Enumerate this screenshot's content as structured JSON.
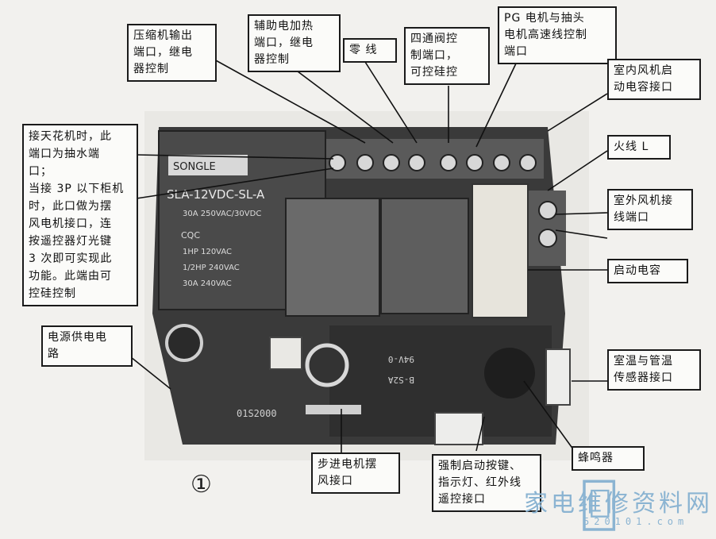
{
  "labels": {
    "compressor": [
      "压缩机输出",
      "端口，继电",
      "器控制"
    ],
    "aux_heat": [
      "辅助电加热",
      "端口，继电",
      "器控制"
    ],
    "neutral": [
      "零 线"
    ],
    "four_way": [
      "四通阀控",
      "制端口，",
      "可控硅控"
    ],
    "pg_motor": [
      "PG 电机与抽头",
      "电机高速线控制",
      "端口"
    ],
    "indoor_fan_cap": [
      "室内风机启",
      "动电容接口"
    ],
    "live": [
      "火线 L"
    ],
    "outdoor_fan": [
      "室外风机接",
      "线端口"
    ],
    "start_cap": [
      "启动电容"
    ],
    "sensor": [
      "室温与管温",
      "传感器接口"
    ],
    "buzzer": [
      "蜂鸣器"
    ],
    "force_start": [
      "强制启动按键、",
      "指示灯、红外线",
      "遥控接口"
    ],
    "stepper": [
      "步进电机摆",
      "风接口"
    ],
    "power": [
      "电源供电电",
      "路"
    ],
    "ceiling": [
      "接天花机时，此",
      "端口为抽水端",
      "口；",
      "当接 3P 以下柜机",
      "时，此口做为摆",
      "风电机接口，连",
      "按遥控器灯光键",
      "3 次即可实现此",
      "功能。此端由可",
      "控硅控制"
    ]
  },
  "board_text": {
    "relay_brand": "SONGLE",
    "relay_model": "SLA-12VDC-SL-A",
    "relay_rating": "30A 250VAC/30VDC",
    "relay_hp1": "1HP 120VAC",
    "relay_hp2": "1/2HP 240VAC",
    "relay_a": "30A 240VAC",
    "cqc": "CQC",
    "pcb_code": "01S2000",
    "chip1": "B-S2A",
    "chip2": "94V-0"
  },
  "figure_number": "①",
  "watermark": {
    "text": "家电维修资料网",
    "url": "520101.com"
  },
  "colors": {
    "board": "#3a3a3a",
    "relay_big": "#4a4a4a",
    "relay_small": "#6a6a6a",
    "capacitor": "#e7e4dc",
    "terminal": "#555555",
    "watermark": "#8bb4d2"
  }
}
